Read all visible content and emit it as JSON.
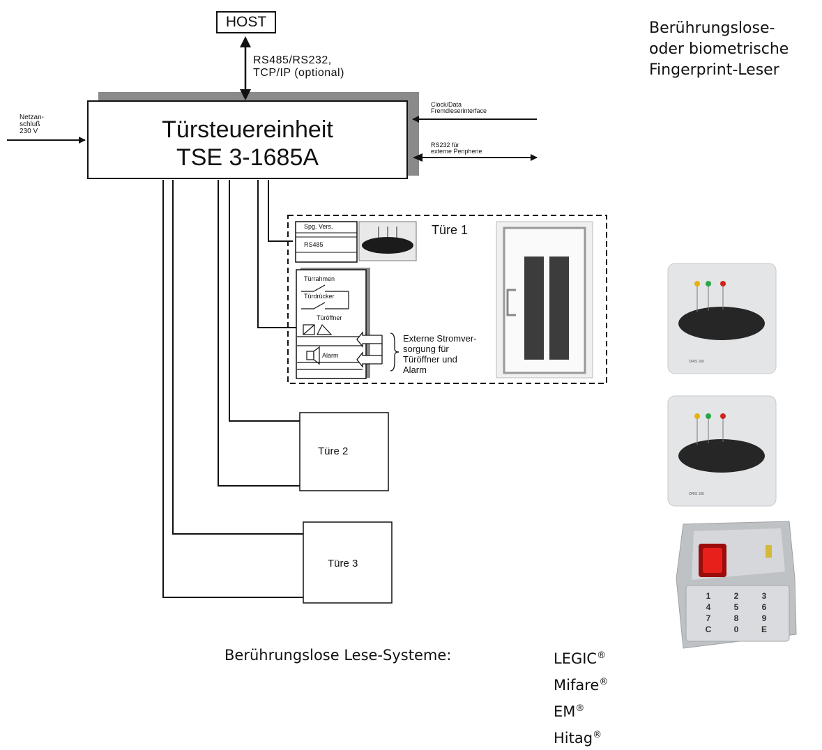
{
  "host": "HOST",
  "bus_label_1": "RS485/RS232,",
  "bus_label_2": "TCP/IP (optional)",
  "mains_label": [
    "Netzan-",
    "schluß",
    "230 V"
  ],
  "controller": {
    "title": "Türsteuereinheit",
    "model": "TSE 3-1685A"
  },
  "clock_data": [
    "Clock/Data",
    "Fremdleserinterface"
  ],
  "rs232_periph": [
    "RS232 für",
    "externe Peripherie"
  ],
  "door1": {
    "title": "Türe 1",
    "reader_labels": [
      "Spg. Vers.",
      "RS485"
    ],
    "contacts": [
      "Türrahmen",
      "Türdrücker",
      "Türöffner",
      "Alarm"
    ],
    "power_note": [
      "Externe Stromver-",
      "sorgung für",
      "Türöffner und",
      "Alarm"
    ]
  },
  "door2": "Türe 2",
  "door3": "Türe 3",
  "right_heading": [
    "Berührungslose-",
    "oder biometrische",
    "Fingerprint-Leser"
  ],
  "reader_model": "ORIS 100",
  "keypad_keys": [
    "1",
    "2",
    "3",
    "4",
    "5",
    "6",
    "7",
    "8",
    "9",
    "C",
    "0",
    "E"
  ],
  "systems_label": "Berührungslose Lese-Systeme:",
  "systems": [
    "LEGIC",
    "Mifare",
    "EM",
    "Hitag"
  ],
  "reg_mark": "®",
  "colors": {
    "led_yellow": "#e8b10a",
    "led_green": "#27a64a",
    "led_red": "#d0241d",
    "fingerprint_red": "#e8201c"
  }
}
